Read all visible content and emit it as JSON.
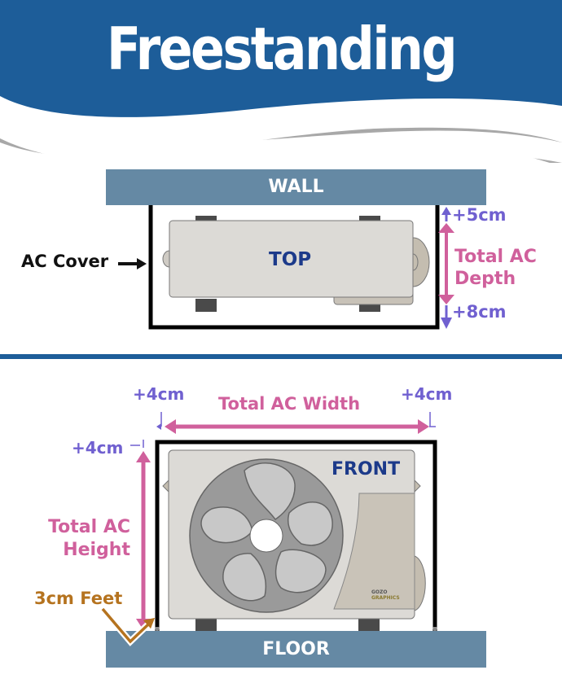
{
  "header": {
    "title": "Freestanding",
    "background_color": "#1d5d99",
    "wave_color": "#a8a8a8"
  },
  "top_view": {
    "wall_label": "WALL",
    "unit_label": "TOP",
    "cover_label": "AC Cover",
    "dimension_label": "Total AC Depth",
    "dimension_label_line1": "Total AC",
    "dimension_label_line2": "Depth",
    "clearance_back": "+5cm",
    "clearance_front": "+8cm"
  },
  "front_view": {
    "floor_label": "FLOOR",
    "unit_label": "FRONT",
    "width_label": "Total AC Width",
    "height_label_line1": "Total AC",
    "height_label_line2": "Height",
    "clearance_left": "+4cm",
    "clearance_right": "+4cm",
    "clearance_top": "+4cm",
    "feet_label": "3cm Feet",
    "logo_line1": "GOZO",
    "logo_line2": "GRAPHICS"
  },
  "colors": {
    "wall_floor": "#6589a4",
    "clearance": "#7060d0",
    "dimension": "#d0609c",
    "feet": "#b5731f",
    "unit_text": "#1c3a8a",
    "unit_body": "#dcdad6"
  }
}
